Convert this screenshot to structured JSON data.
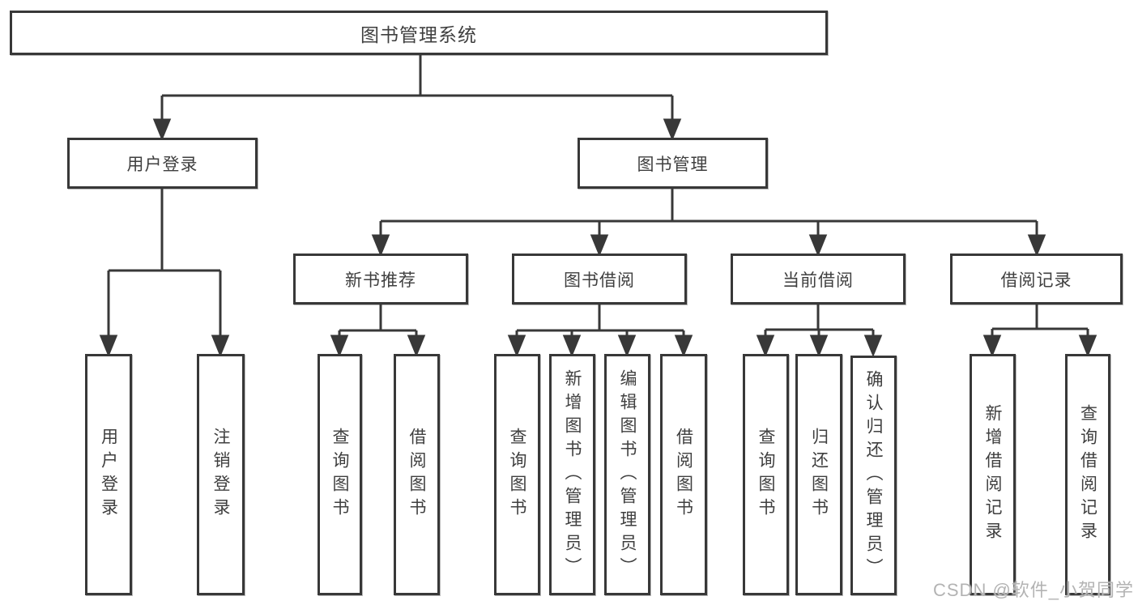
{
  "tree": {
    "root": {
      "label": "图书管理系统"
    },
    "children": [
      {
        "label": "用户登录",
        "children": [
          {
            "label": "用户登录"
          },
          {
            "label": "注销登录"
          }
        ]
      },
      {
        "label": "图书管理",
        "children": [
          {
            "label": "新书推荐",
            "children": [
              {
                "label": "查询图书"
              },
              {
                "label": "借阅图书"
              }
            ]
          },
          {
            "label": "图书借阅",
            "children": [
              {
                "label": "查询图书"
              },
              {
                "label": "新增图书（管理员）"
              },
              {
                "label": "编辑图书（管理员）"
              },
              {
                "label": "借阅图书"
              }
            ]
          },
          {
            "label": "当前借阅",
            "children": [
              {
                "label": "查询图书"
              },
              {
                "label": "归还图书"
              },
              {
                "label": "确认归还（管理员）"
              }
            ]
          },
          {
            "label": "借阅记录",
            "children": [
              {
                "label": "新增借阅记录"
              },
              {
                "label": "查询借阅记录"
              }
            ]
          }
        ]
      }
    ]
  },
  "watermark": "CSDN @软件_小贺同学",
  "colors": {
    "line": "#383838",
    "text": "#3f3f3f",
    "watermark": "#b3b3b3",
    "box_fill": "#ffffff"
  }
}
